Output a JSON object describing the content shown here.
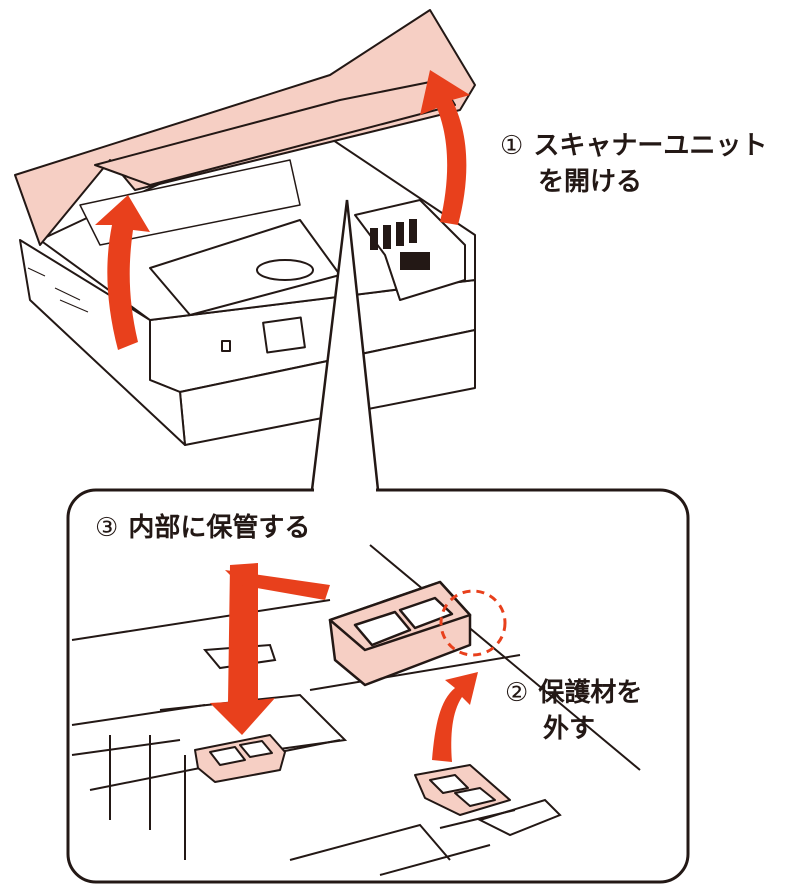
{
  "steps": {
    "step1": {
      "num": "①",
      "line1": "スキャナーユニット",
      "line2": "を開ける"
    },
    "step2": {
      "num": "②",
      "line1": "保護材を",
      "line2": "外す"
    },
    "step3": {
      "num": "③",
      "line1": "内部に保管する"
    }
  },
  "colors": {
    "arrow": "#e8401c",
    "part_fill": "#f6cfc4",
    "line": "#231815",
    "highlight_circle": "#e8401c"
  }
}
